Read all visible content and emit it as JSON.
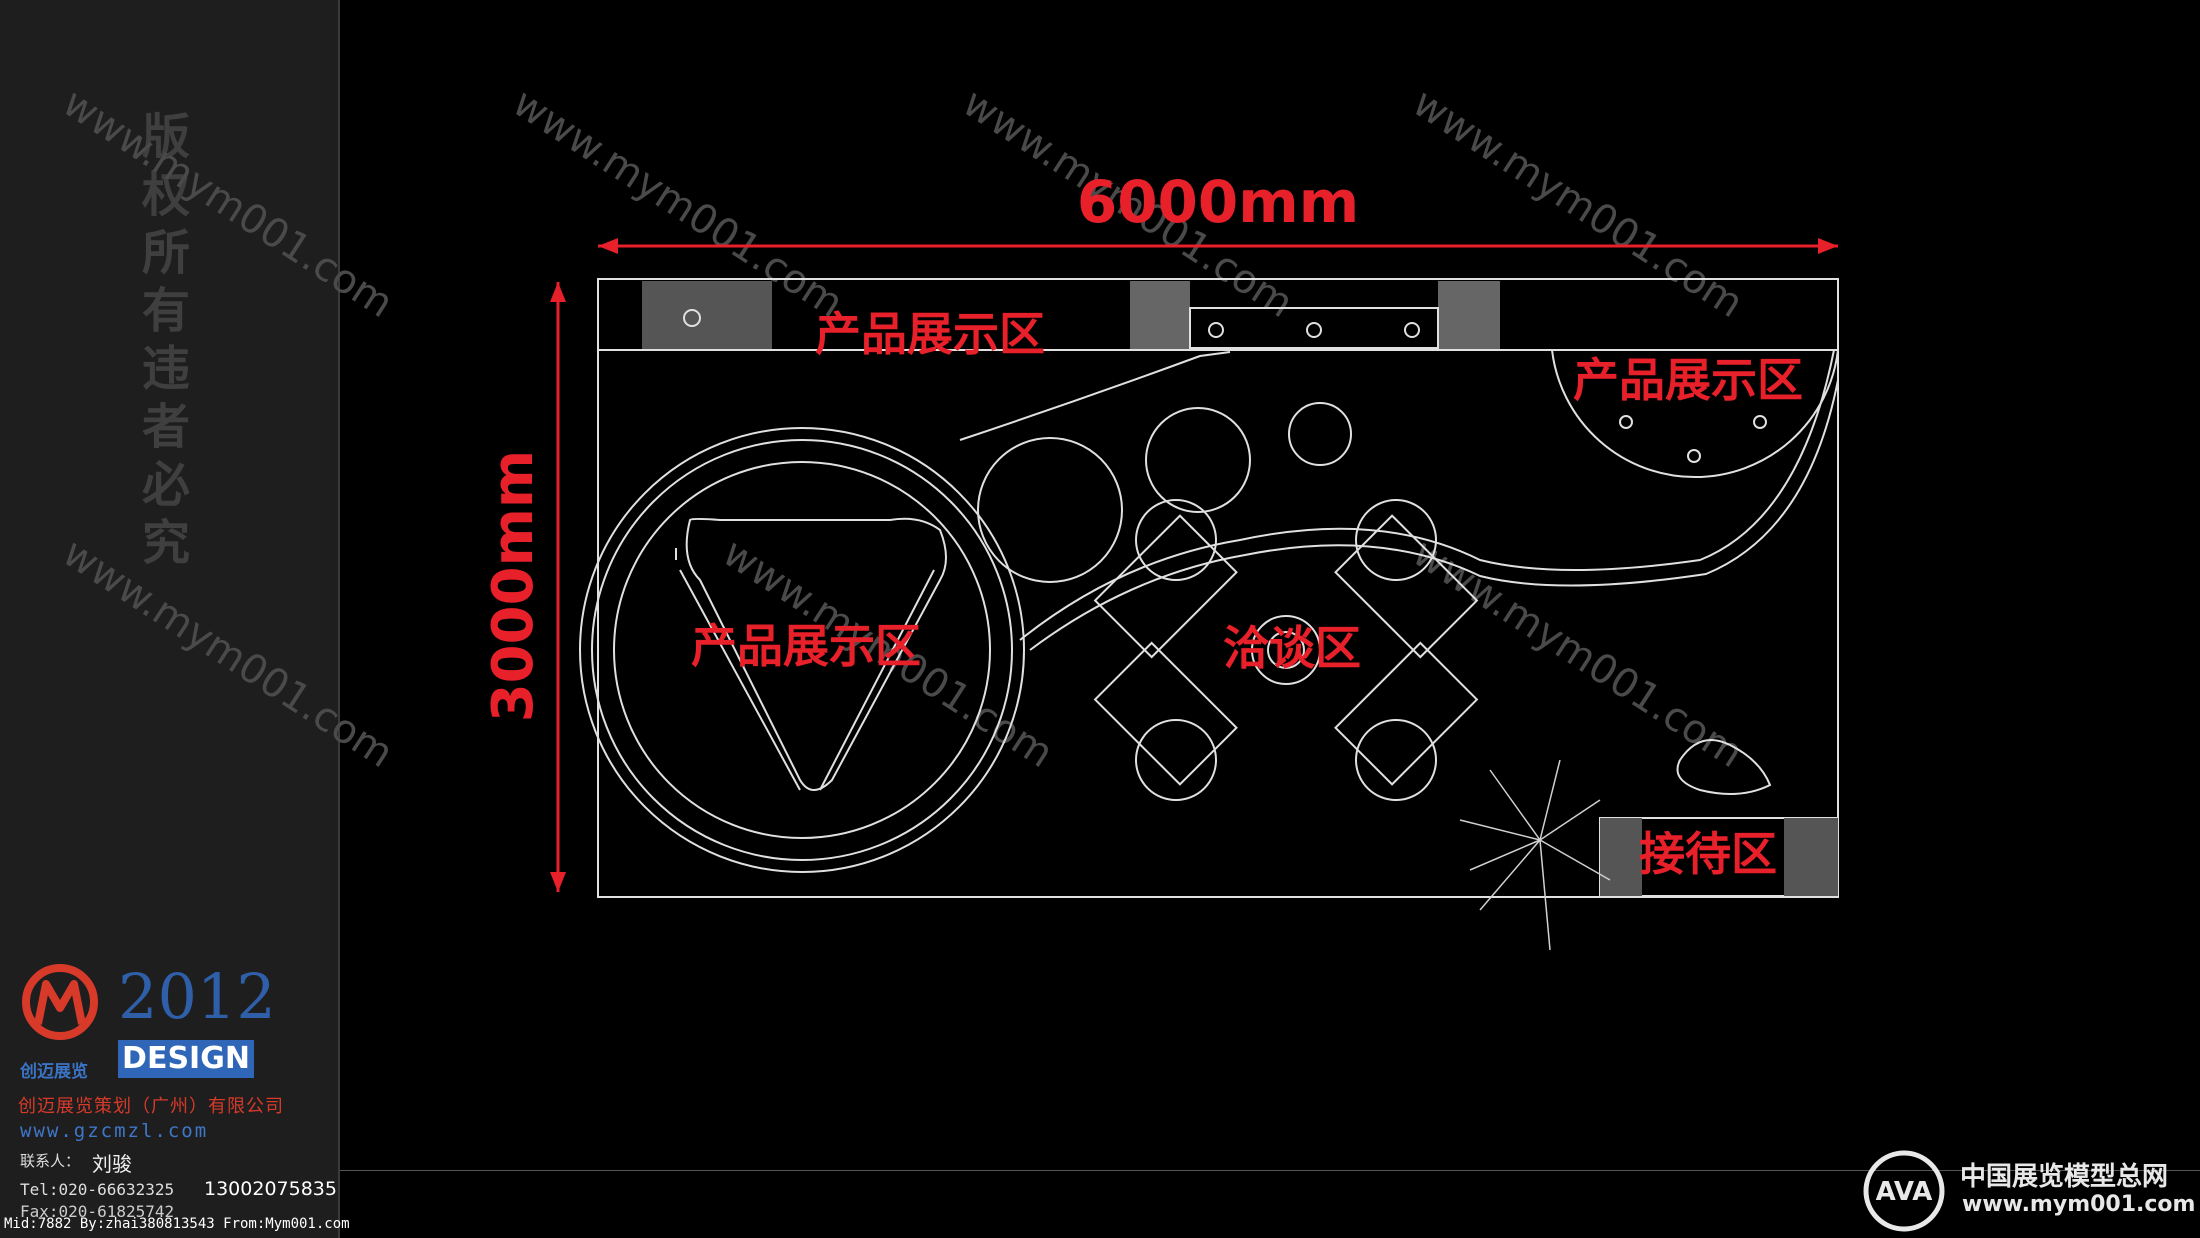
{
  "plan": {
    "width_label": "6000mm",
    "height_label": "3000mm",
    "zones": {
      "product_top": "产品展示区",
      "product_right": "产品展示区",
      "product_center": "产品展示区",
      "negotiation": "洽谈区",
      "reception": "接待区"
    }
  },
  "watermark": {
    "url": "www.mym001.com",
    "copyright_vertical": "版权所有  违者必究"
  },
  "sidebar": {
    "year": "2012",
    "design_badge": "DESIGN",
    "logo_text": "创迈展览",
    "company": "创迈展览策划（广州）有限公司",
    "website": "www.gzcmzl.com",
    "contact_label": "联系人：",
    "contact_name": "刘骏",
    "tel": "Tel:020-66632325",
    "mobile": "13002075835",
    "fax": "Fax:020-61825742",
    "footer_id": "Mid:7882 By:zhai380813543 From:Mym001.com"
  },
  "brand": {
    "name": "中国展览模型总网",
    "url": "www.mym001.com",
    "logo_text": "AVA"
  },
  "colors": {
    "background": "#000000",
    "line": "#e0e0e0",
    "accent_red": "#e8202a",
    "sidebar_bg": "#1e1e1e"
  }
}
